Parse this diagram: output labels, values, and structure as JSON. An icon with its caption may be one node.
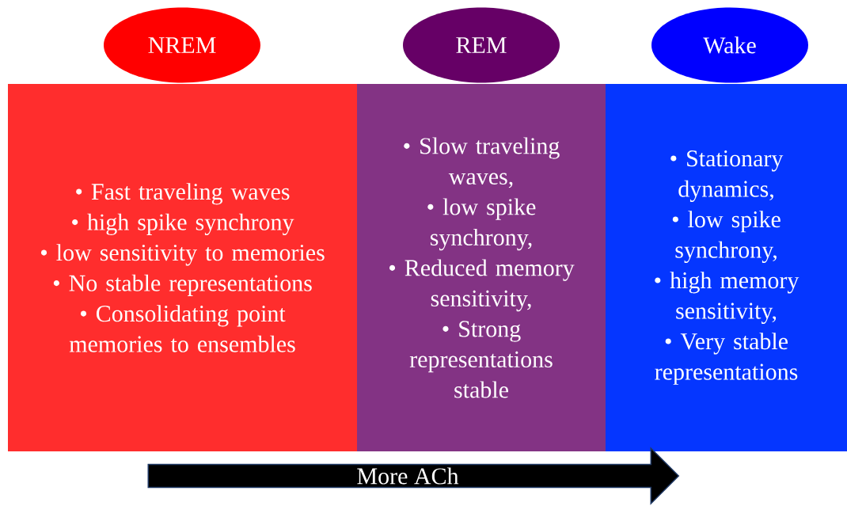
{
  "diagram": {
    "nodes": [
      {
        "text": [
          "NREM"
        ]
      },
      {
        "text": [
          "REM"
        ]
      },
      {
        "text": [
          "Wake"
        ]
      },
      {
        "text": [
          "• Fast traveling waves",
          "• high spike synchrony",
          "• low sensitivity to memories",
          "• No stable representations",
          "• Consolidating point memories to ensembles"
        ]
      },
      {
        "text": [
          "• Slow traveling waves,",
          "• low spike synchrony,",
          "• Reduced memory sensitivity,",
          "• Strong representations stable"
        ]
      },
      {
        "text": [
          "• Stationary dynamics,",
          "• low spike synchrony,",
          "• high memory sensitivity,",
          "• Very stable representations"
        ]
      },
      {
        "text": [
          "More ACh"
        ]
      }
    ]
  }
}
